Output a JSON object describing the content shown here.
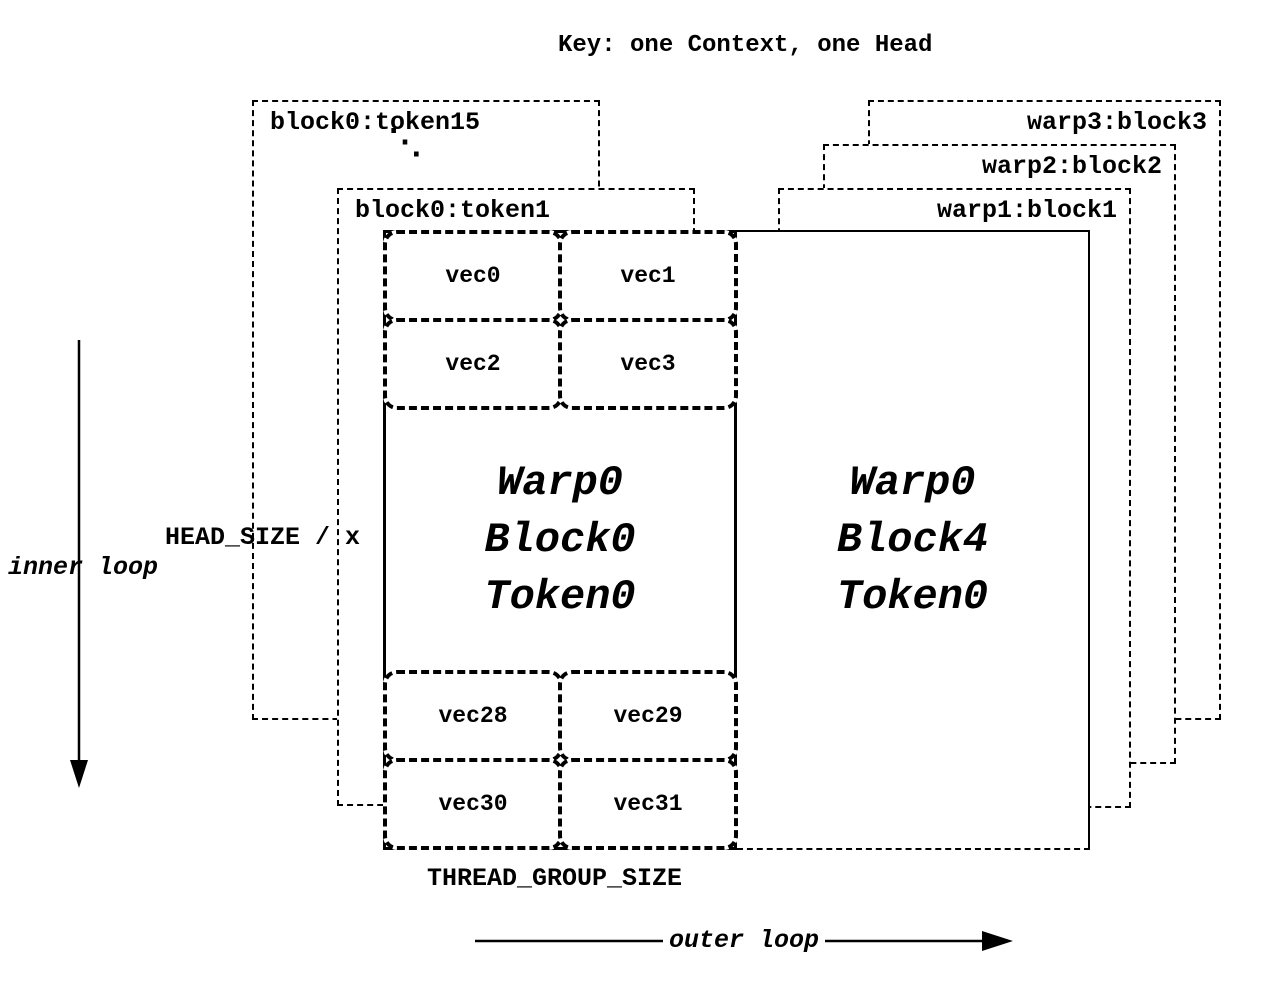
{
  "title": "Key: one Context, one Head",
  "colors": {
    "stroke": "#000000",
    "background": "#ffffff"
  },
  "left_stack": {
    "back_label": "block0:token15",
    "dots": "⋱",
    "front_label": "block0:token1"
  },
  "center_block": {
    "top_vecs": [
      "vec0",
      "vec1",
      "vec2",
      "vec3"
    ],
    "title_lines": [
      "Warp0",
      "Block0",
      "Token0"
    ],
    "bottom_vecs": [
      "vec28",
      "vec29",
      "vec30",
      "vec31"
    ]
  },
  "right_block": {
    "title_lines": [
      "Warp0",
      "Block4",
      "Token0"
    ],
    "stack_labels": [
      "warp1:block1",
      "warp2:block2",
      "warp3:block3"
    ]
  },
  "labels": {
    "head_size": "HEAD_SIZE / x",
    "inner_loop": "inner loop",
    "thread_group_size": "THREAD_GROUP_SIZE",
    "outer_loop": "outer loop"
  }
}
